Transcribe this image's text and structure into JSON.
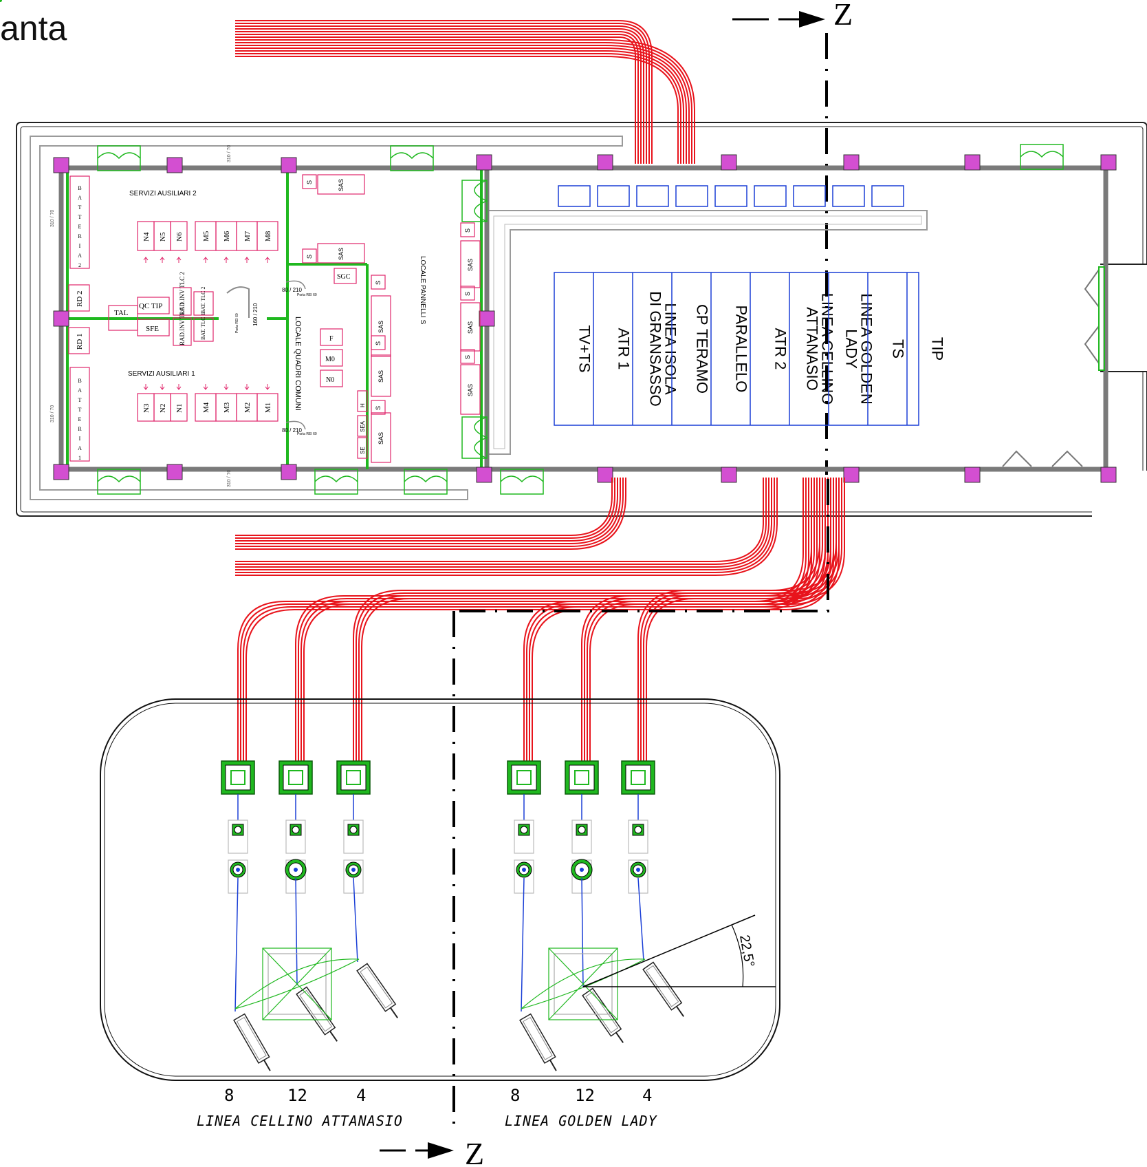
{
  "title_fragment": "anta",
  "section_marker": "Z",
  "rooms": {
    "servizi_2": "SERVIZI AUSILIARI 2",
    "servizi_1": "SERVIZI AUSILIARI 1",
    "locale_quadri": "LOCALE QUADRI COMUNI",
    "locale_pannelli": "LOCALE PANNELLI S"
  },
  "battery_2": [
    "B",
    "A",
    "T",
    "T",
    "E",
    "R",
    "I",
    "A",
    "2"
  ],
  "battery_1": [
    "B",
    "A",
    "T",
    "T",
    "E",
    "R",
    "I",
    "A",
    "1"
  ],
  "panels_top": [
    "N4",
    "N5",
    "N6",
    "M5",
    "M6",
    "M7",
    "M8"
  ],
  "panels_bottom": [
    "N3",
    "N2",
    "N1",
    "M4",
    "M3",
    "M2",
    "M1"
  ],
  "rd2": "RD 2",
  "rd1": "RD 1",
  "tal": "TAL",
  "qc_tip": "QC TIP",
  "sfe": "SFE",
  "rad_inv_2": "RAD.INV TLC 2",
  "rad_inv_1": "RAD.INV TLC 1",
  "bat_tlc_2": "BAT. TLC 2",
  "bat_tlc_1": "BAT. TLC 1",
  "sgc": "SGC",
  "f_label": "F",
  "m0": "M0",
  "n0": "N0",
  "sas": "SAS",
  "s": "S",
  "h": "H",
  "sea": "SEA",
  "se": "SE",
  "dim_310_70": "310 / 70",
  "dim_80_210": "80 / 210",
  "dim_160_210": "160 / 210",
  "porta": "Porta REI 60",
  "bays": [
    "TV+TS",
    "ATR 1",
    "LINEA ISOLA DI GRANSASSO",
    "CP TERAMO",
    "PARALLELO",
    "ATR 2",
    "LINEA CELLINO ATTANASIO",
    "LINEA GOLDEN LADY",
    "TS",
    "TIP"
  ],
  "angle": "22,5°",
  "counts_left": [
    "8",
    "12",
    "4"
  ],
  "counts_right": [
    "8",
    "12",
    "4"
  ],
  "line_left": "LINEA CELLINO ATTANASIO",
  "line_right": "LINEA GOLDEN LADY",
  "colors": {
    "cable": "#e8141c",
    "wall": "#7a7a7a",
    "green": "#1fb81f",
    "pink": "#e0246a",
    "blue": "#1a3fd6",
    "magenta": "#d34fd1"
  }
}
